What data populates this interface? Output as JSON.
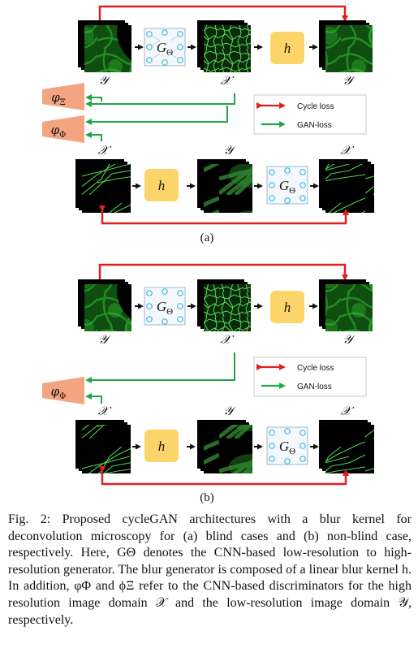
{
  "figure": {
    "panel_a": {
      "label": "(a)",
      "top_row": {
        "label_left": "𝒴",
        "label_mid": "𝒳",
        "label_right": "𝒴"
      },
      "bottom_row": {
        "label_left": "𝒳",
        "label_mid": "𝒴",
        "label_right": "𝒳"
      },
      "generator": {
        "symbol": "G",
        "subscript": "Θ"
      },
      "blur_kernel": "h",
      "discriminators": [
        {
          "symbol": "φ",
          "subscript": "Ξ"
        },
        {
          "symbol": "φ",
          "subscript": "Φ"
        }
      ],
      "legend": {
        "cycle": "Cycle loss",
        "gan": "GAN-loss"
      }
    },
    "panel_b": {
      "label": "(b)",
      "top_row": {
        "label_left": "𝒴",
        "label_mid": "𝒳",
        "label_right": "𝒴"
      },
      "bottom_row": {
        "label_left": "𝒳",
        "label_mid": "𝒴",
        "label_right": "𝒳"
      },
      "generator": {
        "symbol": "G",
        "subscript": "Θ"
      },
      "blur_kernel": "h",
      "discriminators": [
        {
          "symbol": "φ",
          "subscript": "Φ"
        }
      ],
      "legend": {
        "cycle": "Cycle loss",
        "gan": "GAN-loss"
      }
    },
    "colors": {
      "cycle": "#e0201f",
      "gan": "#20a64a",
      "h_box": "#fcd56a",
      "disc": "#f2a580",
      "gen_node": "#3ab6e0",
      "microscopy": "#1a8c1a"
    }
  },
  "caption": "Fig. 2: Proposed cycleGAN architectures with a blur kernel for deconvolution microscopy for (a) blind cases and (b) non-blind case, respectively. Here, GΘ denotes the CNN-based low-resolution to high-resolution generator. The blur generator is composed of a linear blur kernel h. In addition, φΦ and ϕΞ refer to the CNN-based discriminators for the high resolution image domain 𝒳 and the low-resolution image domain 𝒴, respectively."
}
